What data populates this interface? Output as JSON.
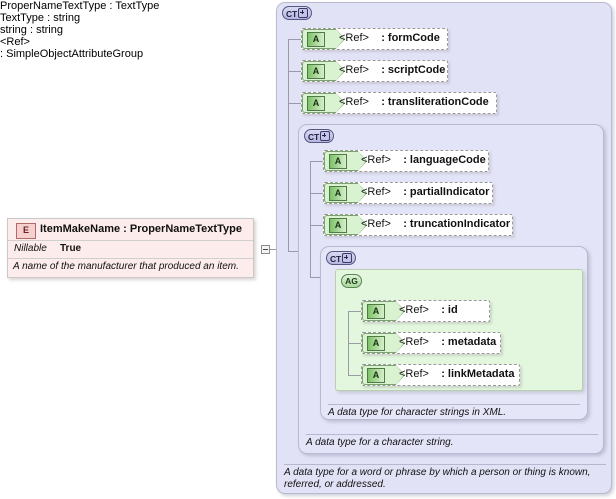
{
  "diagram": {
    "kind": "xsd-schema-diagram",
    "element": {
      "badge": "E",
      "title": "ItemMakeName : ProperNameTextType",
      "property_key": "Nillable",
      "property_value": "True",
      "documentation": "A name of the manufacturer that produced an item."
    },
    "types": [
      {
        "id": "proper-name-text-type",
        "badge": "CT",
        "label": "ProperNameTextType : TextType",
        "documentation": "A data type for a word or phrase by which a person or thing is known, referred, or addressed.",
        "attributes": [
          {
            "badge": "A",
            "ref": "<Ref>",
            "name": ": formCode"
          },
          {
            "badge": "A",
            "ref": "<Ref>",
            "name": ": scriptCode"
          },
          {
            "badge": "A",
            "ref": "<Ref>",
            "name": ": transliterationCode"
          }
        ]
      },
      {
        "id": "text-type",
        "badge": "CT",
        "label": "TextType : string",
        "documentation": "A data type for a character string.",
        "attributes": [
          {
            "badge": "A",
            "ref": "<Ref>",
            "name": ": languageCode"
          },
          {
            "badge": "A",
            "ref": "<Ref>",
            "name": ": partialIndicator"
          },
          {
            "badge": "A",
            "ref": "<Ref>",
            "name": ": truncationIndicator"
          }
        ]
      },
      {
        "id": "string-type",
        "badge": "CT",
        "label": "string     : string",
        "documentation": "A data type for character strings in XML.",
        "attribute_group": {
          "badge": "AG",
          "ref": "<Ref>",
          "name": ": SimpleObjectAttributeGroup",
          "attributes": [
            {
              "badge": "A",
              "ref": "<Ref>",
              "name": ": id"
            },
            {
              "badge": "A",
              "ref": "<Ref>",
              "name": ": metadata"
            },
            {
              "badge": "A",
              "ref": "<Ref>",
              "name": ": linkMetadata"
            }
          ]
        }
      }
    ]
  },
  "colors": {
    "complex_type_fill": "#e2e2f7",
    "attribute_group_fill": "#e3f6de",
    "attribute_tag_fill": "#d9f2d0",
    "element_fill": "#fdecec",
    "connector": "#9a9aa8"
  }
}
